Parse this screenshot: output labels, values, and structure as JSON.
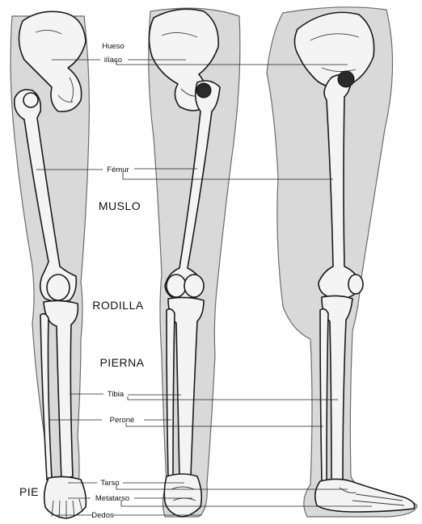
{
  "labels": {
    "hueso_line1": "Hueso",
    "hueso_line2": "ilíaco",
    "femur": "Fémur",
    "muslo": "MUSLO",
    "rodilla": "RODILLA",
    "pierna": "PIERNA",
    "tibia": "Tibia",
    "perone": "Peroné",
    "tarso": "Tarso",
    "metatarso": "Metatarso",
    "dedos": "Dedos",
    "pie": "PIE"
  }
}
